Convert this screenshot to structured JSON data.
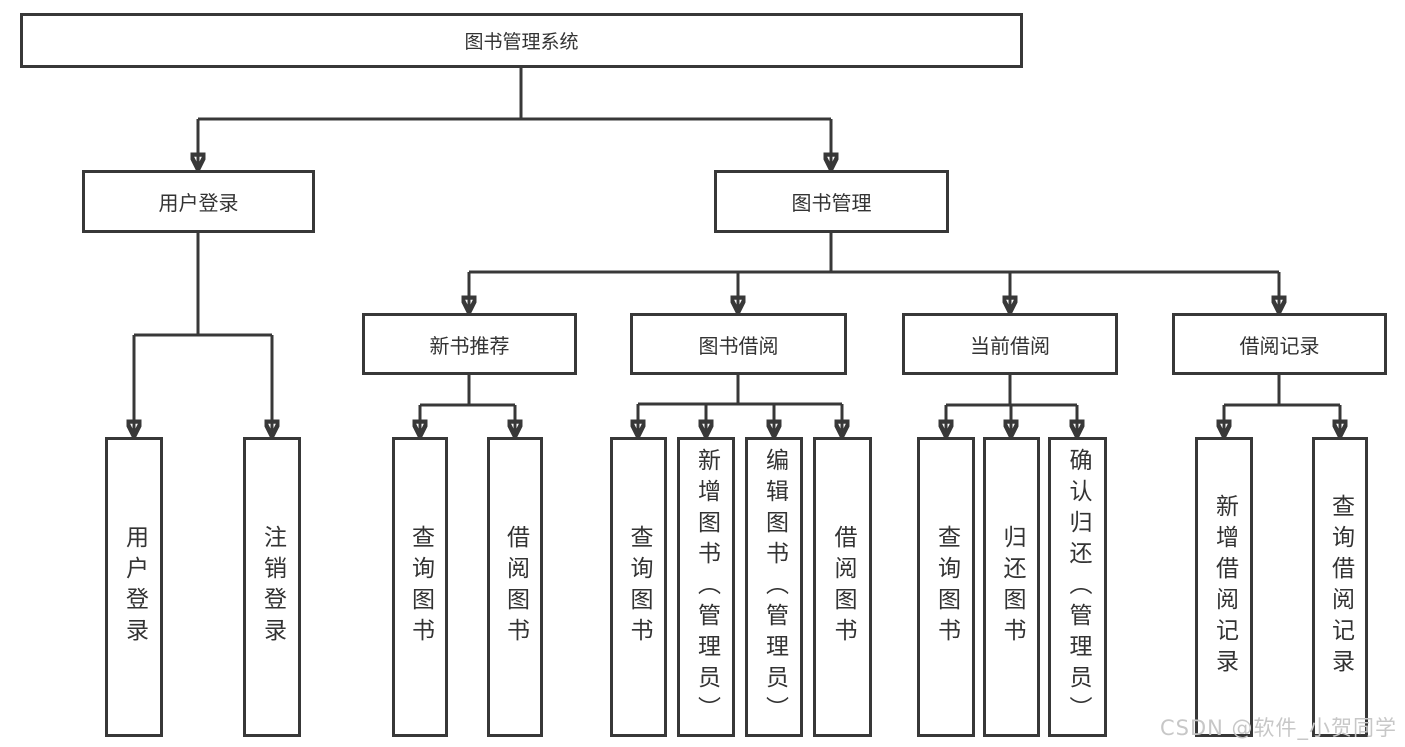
{
  "tree": {
    "root": "图书管理系统",
    "children": [
      {
        "label": "用户登录",
        "children": [
          {
            "label": "用户登录"
          },
          {
            "label": "注销登录"
          }
        ]
      },
      {
        "label": "图书管理",
        "children": [
          {
            "label": "新书推荐",
            "children": [
              {
                "label": "查询图书"
              },
              {
                "label": "借阅图书"
              }
            ]
          },
          {
            "label": "图书借阅",
            "children": [
              {
                "label": "查询图书"
              },
              {
                "label": "新增图书（管理员）"
              },
              {
                "label": "编辑图书（管理员）"
              },
              {
                "label": "借阅图书"
              }
            ]
          },
          {
            "label": "当前借阅",
            "children": [
              {
                "label": "查询图书"
              },
              {
                "label": "归还图书"
              },
              {
                "label": "确认归还（管理员）"
              }
            ]
          },
          {
            "label": "借阅记录",
            "children": [
              {
                "label": "新增借阅记录"
              },
              {
                "label": "查询借阅记录"
              }
            ]
          }
        ]
      }
    ]
  },
  "watermark": "CSDN @软件_小贺同学",
  "colors": {
    "line": "#383838",
    "text": "#333333",
    "watermark": "#c7c7c7"
  }
}
